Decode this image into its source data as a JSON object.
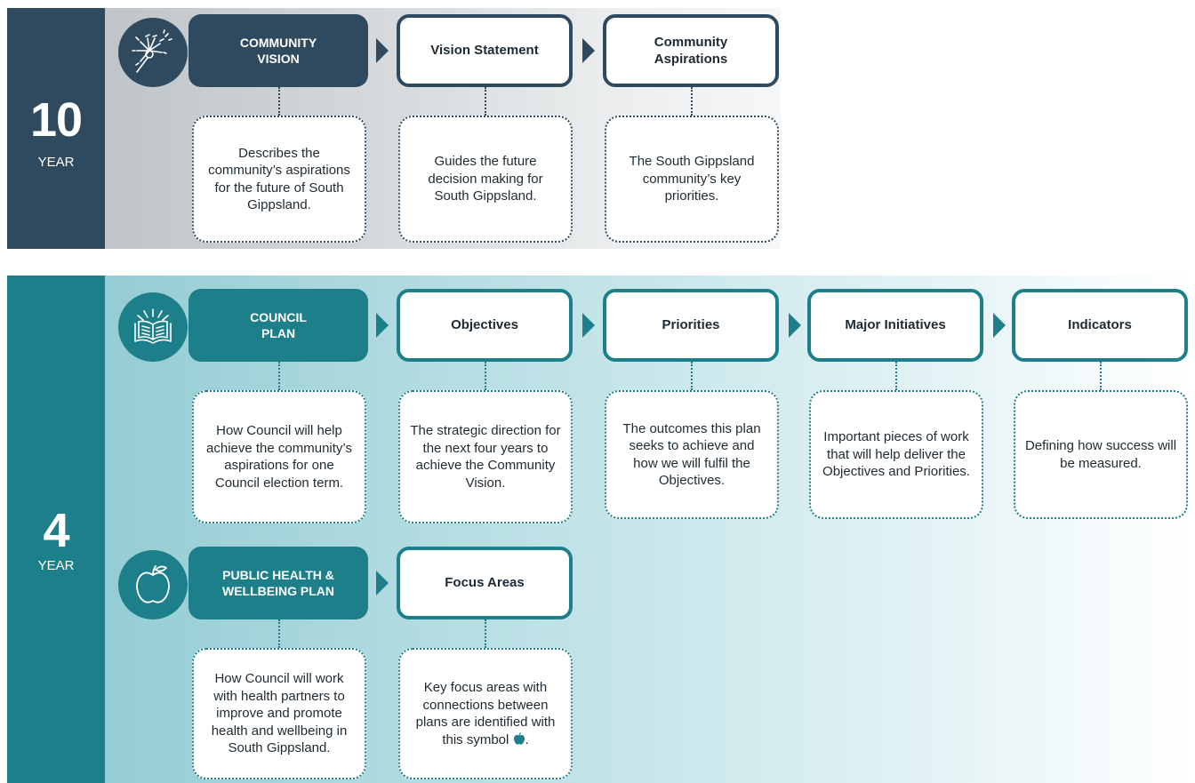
{
  "ten_year": {
    "number": "10",
    "label": "YEAR",
    "plan": {
      "icon": "dandelion-icon",
      "title": "COMMUNITY\nVISION",
      "desc": "Describes the community’s aspirations for the future of South Gippsland."
    },
    "columns": [
      {
        "title": "Vision Statement",
        "desc": "Guides the future decision making for South Gippsland."
      },
      {
        "title": "Community\nAspirations",
        "desc": "The South Gippsland community’s key priorities."
      }
    ]
  },
  "four_year": {
    "number": "4",
    "label": "YEAR",
    "council_plan": {
      "icon": "open-book-icon",
      "title": "COUNCIL\nPLAN",
      "desc": "How Council will help achieve the community’s aspirations for one Council election term."
    },
    "council_columns": [
      {
        "title": "Objectives",
        "desc": "The strategic direction for the next four years to achieve the Community Vision."
      },
      {
        "title": "Priorities",
        "desc": "The outcomes this plan seeks to achieve and how we will fulfil the Objectives."
      },
      {
        "title": "Major Initiatives",
        "desc": "Important pieces of work that will help deliver the Objectives and Priorities."
      },
      {
        "title": "Indicators",
        "desc": "Defining how success will be measured."
      }
    ],
    "health_plan": {
      "icon": "apple-icon",
      "title": "PUBLIC HEALTH &\nWELLBEING PLAN",
      "desc": "How Council will work with health partners to improve and promote health and wellbeing in South Gippsland."
    },
    "health_columns": [
      {
        "title": "Focus Areas",
        "desc_before": "Key focus areas with connections between plans are identified with this symbol",
        "desc_after": "."
      }
    ]
  },
  "colors": {
    "dark": "#2f4a5f",
    "teal": "#1d7f89"
  }
}
